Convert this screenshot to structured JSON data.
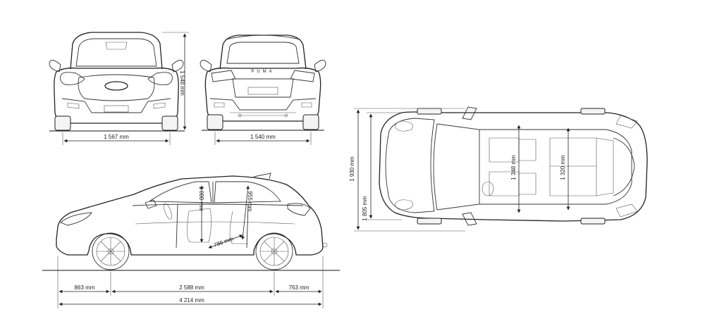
{
  "views": {
    "front": {
      "height_label": "1 548 mm",
      "track_label": "1 567 mm"
    },
    "rear": {
      "badge": "PUMA",
      "track_label": "1 540 mm"
    },
    "side": {
      "front_overhang": "863 mm",
      "wheelbase": "2 588 mm",
      "rear_overhang": "763 mm",
      "length": "4 214 mm",
      "front_headroom": "1 000 mm",
      "rear_headroom": "955 mm",
      "rear_legroom": "786 mm"
    },
    "top": {
      "width_mirrors": "1 930 mm",
      "width_body": "1 805 mm",
      "front_shoulder": "1 348 mm",
      "rear_shoulder": "1 320 mm"
    }
  }
}
